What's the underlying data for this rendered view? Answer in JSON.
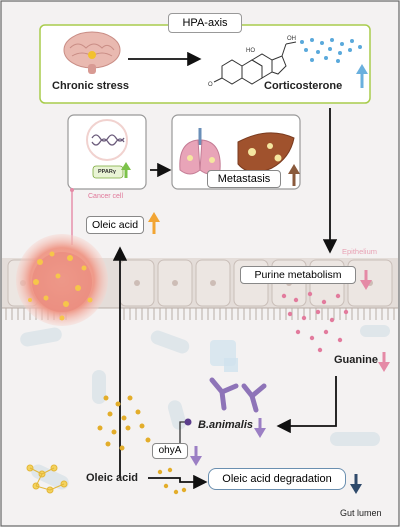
{
  "hpa_axis": {
    "title": "HPA-axis",
    "stress_label": "Chronic stress",
    "hormone_label": "Corticosterone"
  },
  "cancer": {
    "ppar_label": "PPARγ",
    "cell_label": "Cancer cell",
    "metastasis_label": "Metastasis",
    "oleic_label": "Oleic acid"
  },
  "gut": {
    "epithelium_label": "Epithelium",
    "purine_label": "Purine metabolism",
    "guanine_label": "Guanine",
    "bacteria_label": "B.animalis",
    "gene_label": "ohyA",
    "lumen_oleic_label": "Oleic acid",
    "degradation_label": "Oleic acid degradation",
    "lumen_label": "Gut lumen"
  },
  "colors": {
    "up_blue": "#6ab0de",
    "up_orange": "#f2a533",
    "up_brown": "#8a5a3c",
    "down_pink": "#e58aa6",
    "down_purple": "#9b7fc4",
    "down_navy": "#2f4a6b",
    "background": "#f3f1f1"
  }
}
